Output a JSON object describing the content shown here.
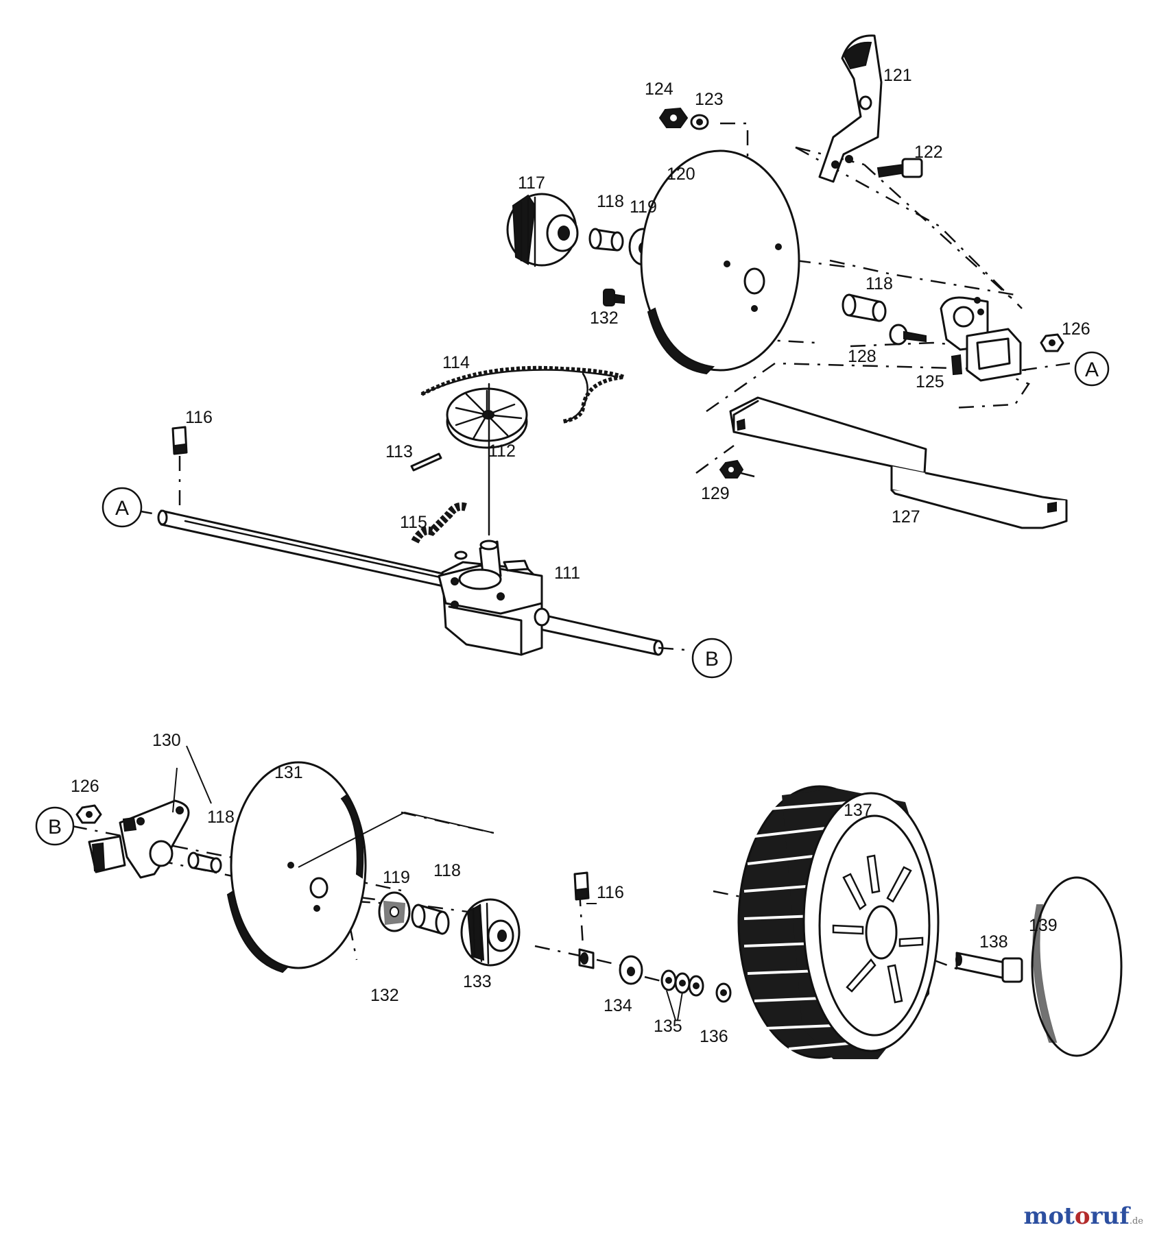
{
  "callouts": [
    {
      "id": "c111",
      "label": "111"
    },
    {
      "id": "c112",
      "label": "112"
    },
    {
      "id": "c113",
      "label": "113"
    },
    {
      "id": "c114",
      "label": "114"
    },
    {
      "id": "c115",
      "label": "115"
    },
    {
      "id": "c116a",
      "label": "116"
    },
    {
      "id": "c116b",
      "label": "116"
    },
    {
      "id": "c117",
      "label": "117"
    },
    {
      "id": "c118a",
      "label": "118"
    },
    {
      "id": "c118b",
      "label": "118"
    },
    {
      "id": "c118c",
      "label": "118"
    },
    {
      "id": "c118d",
      "label": "118"
    },
    {
      "id": "c119a",
      "label": "119"
    },
    {
      "id": "c119b",
      "label": "119"
    },
    {
      "id": "c120",
      "label": "120"
    },
    {
      "id": "c121",
      "label": "121"
    },
    {
      "id": "c122",
      "label": "122"
    },
    {
      "id": "c123",
      "label": "123"
    },
    {
      "id": "c124",
      "label": "124"
    },
    {
      "id": "c125",
      "label": "125"
    },
    {
      "id": "c126a",
      "label": "126"
    },
    {
      "id": "c126b",
      "label": "126"
    },
    {
      "id": "c127",
      "label": "127"
    },
    {
      "id": "c128",
      "label": "128"
    },
    {
      "id": "c129",
      "label": "129"
    },
    {
      "id": "c130",
      "label": "130"
    },
    {
      "id": "c131",
      "label": "131"
    },
    {
      "id": "c132a",
      "label": "132"
    },
    {
      "id": "c132b",
      "label": "132"
    },
    {
      "id": "c133",
      "label": "133"
    },
    {
      "id": "c134",
      "label": "134"
    },
    {
      "id": "c135",
      "label": "135"
    },
    {
      "id": "c136",
      "label": "136"
    },
    {
      "id": "c137",
      "label": "137"
    },
    {
      "id": "c138",
      "label": "138"
    },
    {
      "id": "c139",
      "label": "139"
    }
  ],
  "refs": {
    "a1": "A",
    "a2": "A",
    "b1": "B",
    "b2": "B"
  },
  "brand": {
    "part1": "mot",
    "part2": "o",
    "part3": "ruf",
    "part4": ".de"
  }
}
